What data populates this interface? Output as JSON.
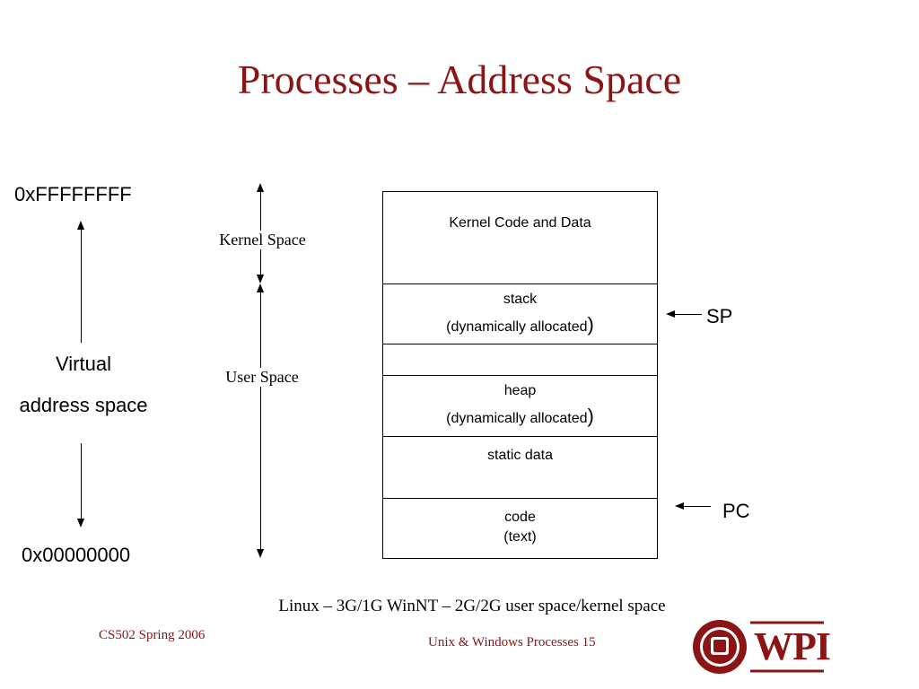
{
  "slide": {
    "title": "Processes – Address Space",
    "footer_left": "CS502 Spring 2006",
    "footer_center": "Unix & Windows Processes 15",
    "caption": "Linux – 3G/1G  WinNT – 2G/2G user space/kernel space",
    "logo_text": "WPI",
    "title_color": "#8b1414"
  },
  "virtual": {
    "top_address": "0xFFFFFFFF",
    "bottom_address": "0x00000000",
    "label_line1": "Virtual",
    "label_line2": "address space"
  },
  "spaces": {
    "kernel_label": "Kernel Space",
    "user_label": "User Space"
  },
  "segments": {
    "kernel": "Kernel Code and Data",
    "stack": "stack",
    "stack_sub": "(dynamically allocated",
    "heap": "heap",
    "heap_sub": "(dynamically allocated",
    "static": "static data",
    "code": "code",
    "code_sub": "(text)",
    "paren": ")"
  },
  "pointers": {
    "sp": "SP",
    "pc": "PC"
  }
}
